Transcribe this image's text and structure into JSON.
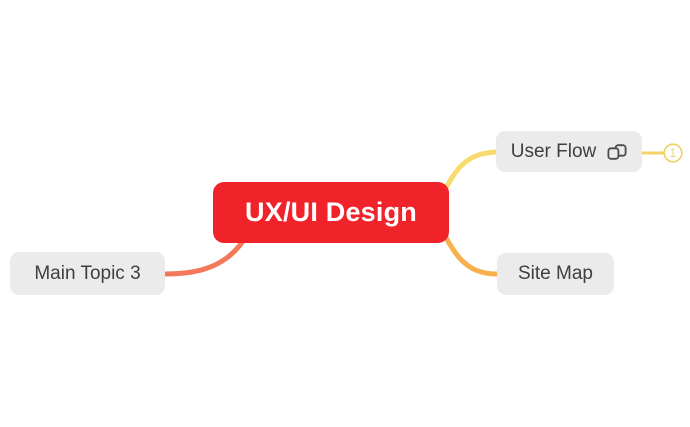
{
  "canvas": {
    "background_color": "#FFFFFF"
  },
  "central_topic": {
    "label": "UX/UI Design",
    "bg_color": "#F0232B",
    "text_color": "#FFFFFF"
  },
  "topics": [
    {
      "label": "User Flow",
      "bg_color": "#EBEBEB",
      "text_color": "#3F3F3F",
      "icon": "copy-icon",
      "icon_color": "#4A4A4A",
      "badge": {
        "count": "1",
        "color": "#EFD15F"
      }
    },
    {
      "label": "Site Map",
      "bg_color": "#EBEBEB",
      "text_color": "#3F3F3F"
    },
    {
      "label": "Main Topic 3",
      "bg_color": "#EBEBEB",
      "text_color": "#3F3F3F"
    }
  ],
  "connectors": {
    "user_flow_color": "#F8DB6E",
    "site_map_color": "#F8B04E",
    "main_topic_3_color": "#F4795B",
    "badge_stub_color": "#F2D466"
  }
}
